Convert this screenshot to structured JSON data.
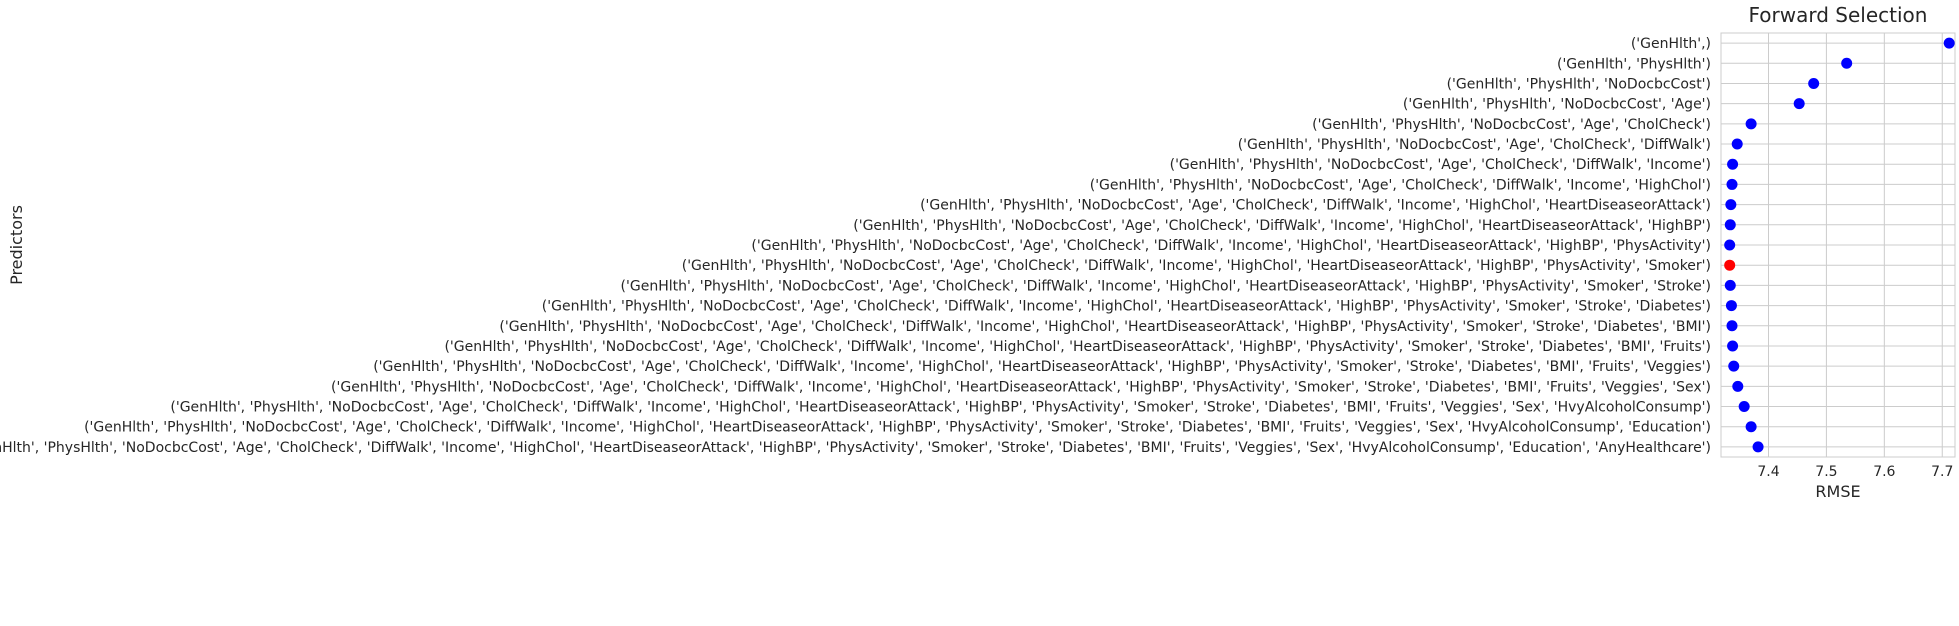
{
  "chart_data": {
    "type": "scatter",
    "title": "Forward Selection",
    "xlabel": "RMSE",
    "ylabel": "Predictors",
    "xlim": [
      7.318,
      7.722
    ],
    "xticks": [
      7.4,
      7.5,
      7.6,
      7.7
    ],
    "xtick_labels": [
      "7.4",
      "7.5",
      "7.6",
      "7.7"
    ],
    "grid": true,
    "colors": {
      "default": "#0000ff",
      "highlight": "#ff0000",
      "grid": "#cccccc",
      "axes": "#cccccc"
    },
    "categories": [
      "('GenHlth',)",
      "('GenHlth', 'PhysHlth')",
      "('GenHlth', 'PhysHlth', 'NoDocbcCost')",
      "('GenHlth', 'PhysHlth', 'NoDocbcCost', 'Age')",
      "('GenHlth', 'PhysHlth', 'NoDocbcCost', 'Age', 'CholCheck')",
      "('GenHlth', 'PhysHlth', 'NoDocbcCost', 'Age', 'CholCheck', 'DiffWalk')",
      "('GenHlth', 'PhysHlth', 'NoDocbcCost', 'Age', 'CholCheck', 'DiffWalk', 'Income')",
      "('GenHlth', 'PhysHlth', 'NoDocbcCost', 'Age', 'CholCheck', 'DiffWalk', 'Income', 'HighChol')",
      "('GenHlth', 'PhysHlth', 'NoDocbcCost', 'Age', 'CholCheck', 'DiffWalk', 'Income', 'HighChol', 'HeartDiseaseorAttack')",
      "('GenHlth', 'PhysHlth', 'NoDocbcCost', 'Age', 'CholCheck', 'DiffWalk', 'Income', 'HighChol', 'HeartDiseaseorAttack', 'HighBP')",
      "('GenHlth', 'PhysHlth', 'NoDocbcCost', 'Age', 'CholCheck', 'DiffWalk', 'Income', 'HighChol', 'HeartDiseaseorAttack', 'HighBP', 'PhysActivity')",
      "('GenHlth', 'PhysHlth', 'NoDocbcCost', 'Age', 'CholCheck', 'DiffWalk', 'Income', 'HighChol', 'HeartDiseaseorAttack', 'HighBP', 'PhysActivity', 'Smoker')",
      "('GenHlth', 'PhysHlth', 'NoDocbcCost', 'Age', 'CholCheck', 'DiffWalk', 'Income', 'HighChol', 'HeartDiseaseorAttack', 'HighBP', 'PhysActivity', 'Smoker', 'Stroke')",
      "('GenHlth', 'PhysHlth', 'NoDocbcCost', 'Age', 'CholCheck', 'DiffWalk', 'Income', 'HighChol', 'HeartDiseaseorAttack', 'HighBP', 'PhysActivity', 'Smoker', 'Stroke', 'Diabetes')",
      "('GenHlth', 'PhysHlth', 'NoDocbcCost', 'Age', 'CholCheck', 'DiffWalk', 'Income', 'HighChol', 'HeartDiseaseorAttack', 'HighBP', 'PhysActivity', 'Smoker', 'Stroke', 'Diabetes', 'BMI')",
      "('GenHlth', 'PhysHlth', 'NoDocbcCost', 'Age', 'CholCheck', 'DiffWalk', 'Income', 'HighChol', 'HeartDiseaseorAttack', 'HighBP', 'PhysActivity', 'Smoker', 'Stroke', 'Diabetes', 'BMI', 'Fruits')",
      "('GenHlth', 'PhysHlth', 'NoDocbcCost', 'Age', 'CholCheck', 'DiffWalk', 'Income', 'HighChol', 'HeartDiseaseorAttack', 'HighBP', 'PhysActivity', 'Smoker', 'Stroke', 'Diabetes', 'BMI', 'Fruits', 'Veggies')",
      "('GenHlth', 'PhysHlth', 'NoDocbcCost', 'Age', 'CholCheck', 'DiffWalk', 'Income', 'HighChol', 'HeartDiseaseorAttack', 'HighBP', 'PhysActivity', 'Smoker', 'Stroke', 'Diabetes', 'BMI', 'Fruits', 'Veggies', 'Sex')",
      "('GenHlth', 'PhysHlth', 'NoDocbcCost', 'Age', 'CholCheck', 'DiffWalk', 'Income', 'HighChol', 'HeartDiseaseorAttack', 'HighBP', 'PhysActivity', 'Smoker', 'Stroke', 'Diabetes', 'BMI', 'Fruits', 'Veggies', 'Sex', 'HvyAlcoholConsump')",
      "('GenHlth', 'PhysHlth', 'NoDocbcCost', 'Age', 'CholCheck', 'DiffWalk', 'Income', 'HighChol', 'HeartDiseaseorAttack', 'HighBP', 'PhysActivity', 'Smoker', 'Stroke', 'Diabetes', 'BMI', 'Fruits', 'Veggies', 'Sex', 'HvyAlcoholConsump', 'Education')",
      "('GenHlth', 'PhysHlth', 'NoDocbcCost', 'Age', 'CholCheck', 'DiffWalk', 'Income', 'HighChol', 'HeartDiseaseorAttack', 'HighBP', 'PhysActivity', 'Smoker', 'Stroke', 'Diabetes', 'BMI', 'Fruits', 'Veggies', 'Sex', 'HvyAlcoholConsump', 'Education', 'AnyHealthcare')"
    ],
    "values": [
      7.712,
      7.535,
      7.478,
      7.453,
      7.37,
      7.346,
      7.338,
      7.337,
      7.335,
      7.334,
      7.333,
      7.333,
      7.334,
      7.336,
      7.337,
      7.338,
      7.34,
      7.347,
      7.358,
      7.37,
      7.382
    ],
    "highlight_index": 11
  }
}
